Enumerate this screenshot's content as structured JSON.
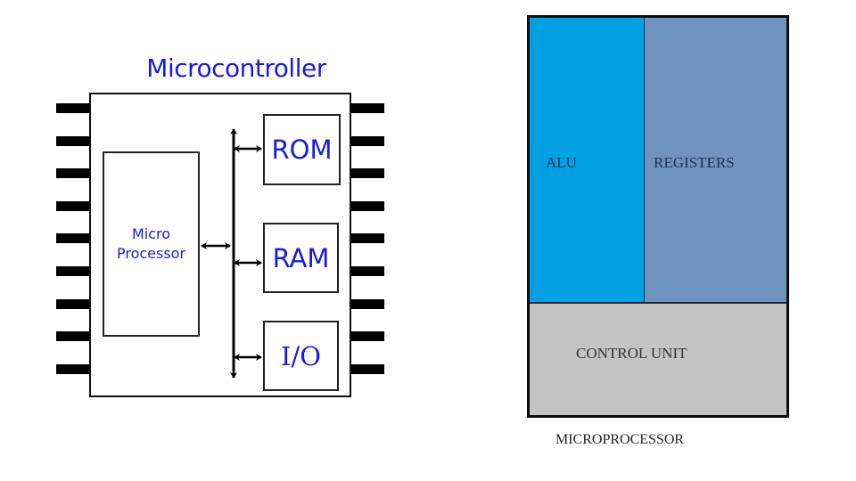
{
  "microcontroller": {
    "title": "Microcontroller",
    "pins_per_side": 9,
    "microprocessor_label_line1": "Micro",
    "microprocessor_label_line2": "Processor",
    "blocks": [
      {
        "id": "rom",
        "label": "ROM"
      },
      {
        "id": "ram",
        "label": "RAM"
      },
      {
        "id": "io",
        "label": "I/O"
      }
    ],
    "text_color": "#1a1adc"
  },
  "microprocessor": {
    "caption": "MICROPROCESSOR",
    "sections": {
      "alu": {
        "label": "ALU",
        "color": "#00a0e3"
      },
      "registers": {
        "label": "REGISTERS",
        "color": "#6f93bf"
      },
      "control_unit": {
        "label": "CONTROL UNIT",
        "color": "#c4c4c4"
      }
    }
  }
}
